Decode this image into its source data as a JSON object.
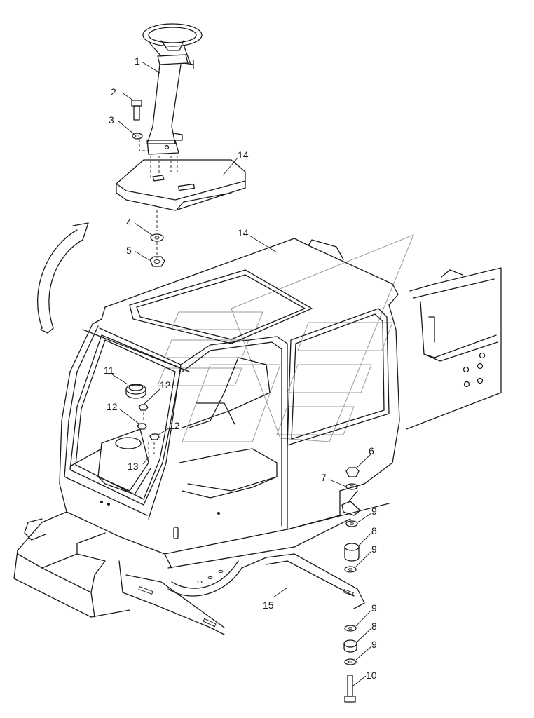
{
  "diagram": {
    "kind": "exploded-parts-view",
    "callouts": [
      "1",
      "2",
      "3",
      "14",
      "4",
      "5",
      "14",
      "11",
      "12",
      "12",
      "12",
      "13",
      "6",
      "7",
      "9",
      "8",
      "9",
      "15",
      "9",
      "8",
      "9",
      "10"
    ]
  }
}
